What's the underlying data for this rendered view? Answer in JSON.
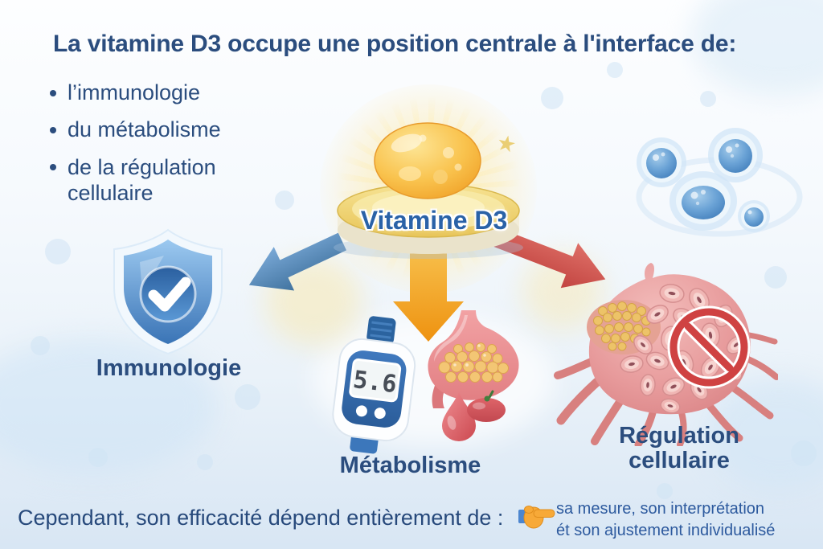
{
  "title": "La vitamine D3 occupe une position centrale à l'interface de:",
  "bullets": [
    "l’immunologie",
    "du métabolisme",
    "de la régulation cellulaire"
  ],
  "center": {
    "label": "Vitamine D3",
    "icon": "vitamin-d3-softgel-icon",
    "star_glyph": "★"
  },
  "branches": [
    {
      "id": "immunology",
      "label": "Immunologie",
      "icon": "shield-check-icon",
      "arrow_color": "#4f86bb"
    },
    {
      "id": "metabolism",
      "label": "Métabolisme",
      "icon": "glucometer-icon",
      "reading": "5.6",
      "arrow_color": "#f29d1f"
    },
    {
      "id": "cell-regulation",
      "label": "Régulation\ncellulaire",
      "icon": "tumor-prohibited-icon",
      "arrow_color": "#cf4e4a"
    }
  ],
  "footer": {
    "lead": "Cependant, son efficacité dépend entièrement de :",
    "hand_icon": "pointing-right-hand-icon",
    "details": [
      "sa mesure, son interprétation",
      "ét son ajustement individualisé"
    ]
  },
  "colors": {
    "heading_text": "#2b4d7e",
    "center_label_text": "#2a62a7",
    "pill_gold": "#f6b93e",
    "platform_gold": "#f0d478",
    "shield_blue": "#3d77b9",
    "arrow_immunology": "#4f86bb",
    "arrow_metabolism": "#f29d1f",
    "arrow_cell_regulation": "#cf4e4a",
    "prohibition_red": "#cf4242",
    "cell_blue": "#5a8fc7",
    "stomach_pink": "#e88a8d",
    "background_tint": "#e3eef9"
  }
}
